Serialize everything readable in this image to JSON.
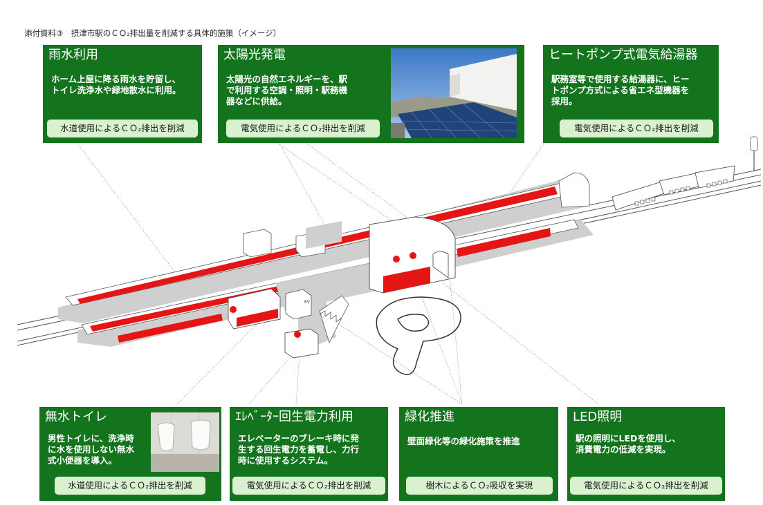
{
  "page_title": "添付資料③　摂津市駅のＣＯ₂排出量を削減する具体的施策（イメージ）",
  "colors": {
    "card_green": "#14741d",
    "pill_bg": "#d9f1cf",
    "highlight_red": "#e51515",
    "structure_gray": "#c8c8c8"
  },
  "cards": {
    "rainwater": {
      "title": "雨水利用",
      "desc": "ホーム上屋に降る雨水を貯留し、\nトイレ洗浄水や緑地散水に利用。",
      "effect": "水道使用によるＣＯ₂排出を削減"
    },
    "solar": {
      "title": "太陽光発電",
      "desc": "太陽光の自然エネルギーを、駅\nで利用する空調・照明・駅務機\n器などに供給。",
      "effect": "電気使用によるＣＯ₂排出を削減"
    },
    "heatpump": {
      "title": "ヒートポンプ式電気給湯器",
      "desc": "駅務室等で使用する給湯器に、ヒー\nトポンプ方式による省エネ型機器を\n採用。",
      "effect": "電気使用によるＣＯ₂排出を削減"
    },
    "toilet": {
      "title": "無水トイレ",
      "desc": "男性トイレに、洗浄時\nに水を使用しない無水\n式小便器を導入。",
      "effect": "水道使用によるＣＯ₂排出を削減"
    },
    "elevator": {
      "title": "ｴﾚﾍﾞｰﾀｰ回生電力利用",
      "desc": "エレベーターのブレーキ時に発\n生する回生電力を蓄電し、力行\n時に使用するシステム。",
      "effect": "電気使用によるＣＯ₂排出を削減"
    },
    "greening": {
      "title": "緑化推進",
      "desc": "壁面緑化等の緑化施策を推進",
      "effect": "樹木によるＣＯ₂吸収を実現"
    },
    "led": {
      "title": "LED照明",
      "desc": "駅の照明にLEDを使用し、\n消費電力の低減を実現。",
      "effect": "電気使用によるＣＯ₂排出を削減"
    }
  },
  "diagram_labels": {
    "ev_label": "EV"
  }
}
